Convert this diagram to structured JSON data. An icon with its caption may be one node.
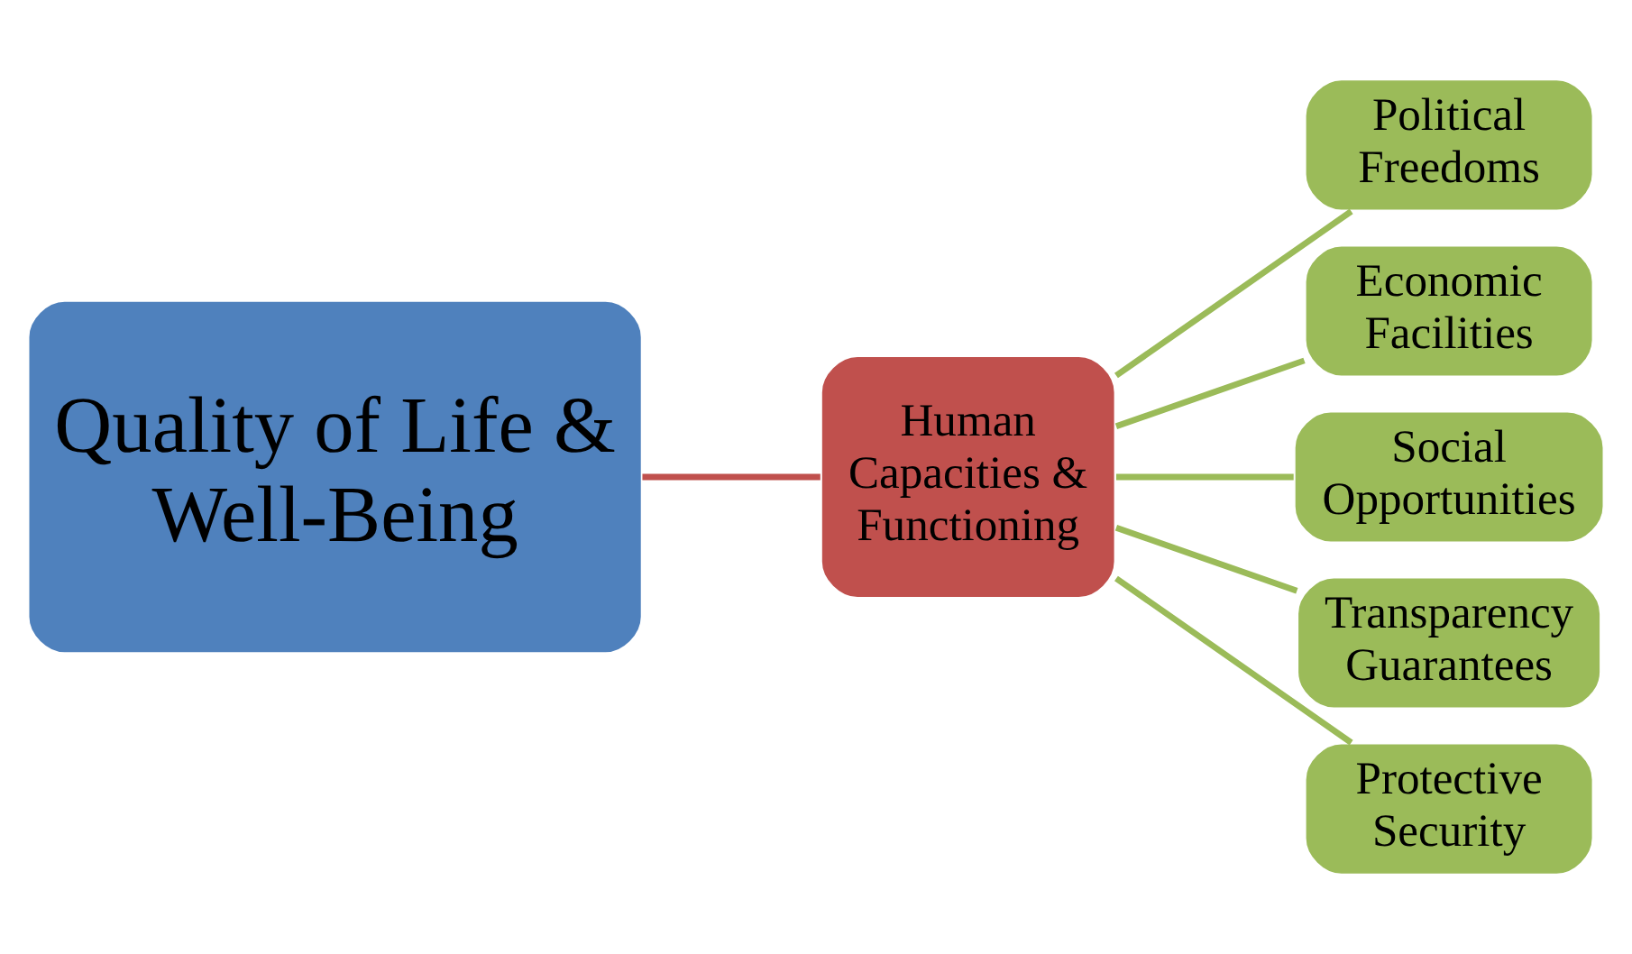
{
  "diagram": {
    "nodes": [
      {
        "text": [
          "Quality of Life & Well-Being"
        ]
      },
      {
        "text": [
          "Human Capacities & Functioning"
        ]
      },
      {
        "text": [
          "Political Freedoms"
        ]
      },
      {
        "text": [
          "Economic Facilities"
        ]
      },
      {
        "text": [
          "Social Opportunities"
        ]
      },
      {
        "text": [
          "Transparency Guarantees"
        ]
      },
      {
        "text": [
          "Protective Security"
        ]
      }
    ],
    "edges": [
      {
        "from": 0,
        "to": 1,
        "arrow": "none",
        "color": "#c0504d"
      },
      {
        "from": 1,
        "to": 2,
        "arrow": "none"
      },
      {
        "from": 1,
        "to": 3,
        "arrow": "none"
      },
      {
        "from": 1,
        "to": 4,
        "arrow": "none"
      },
      {
        "from": 1,
        "to": 5,
        "arrow": "none"
      },
      {
        "from": 1,
        "to": 6,
        "arrow": "none"
      }
    ]
  }
}
